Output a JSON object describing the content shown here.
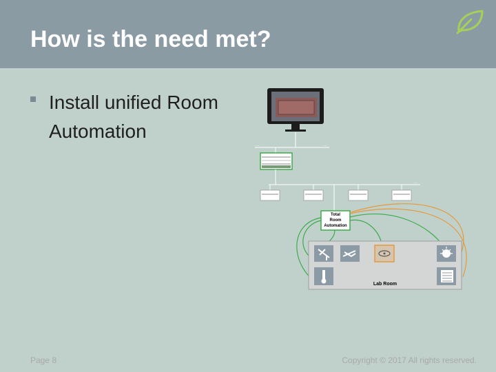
{
  "slide": {
    "title": "How is the need met?",
    "bullet": "Install unified Room Automation",
    "page_label": "Page 8",
    "copyright": "Copyright © 2017 All rights reserved."
  },
  "diagram": {
    "tra_label_lines": [
      "Total",
      "Room",
      "Automation"
    ],
    "room_label": "Lab Room",
    "ellipsis": "....",
    "icons": [
      "blind-control-icon",
      "damper-icon",
      "occupancy-sensor-icon",
      "light-icon",
      "temperature-sensor-icon",
      "radiator-icon"
    ]
  },
  "colors": {
    "header": "#8b9ba4",
    "body": "#c0d0cb",
    "accent_green": "#3cab4b",
    "accent_orange": "#e49a3c"
  }
}
